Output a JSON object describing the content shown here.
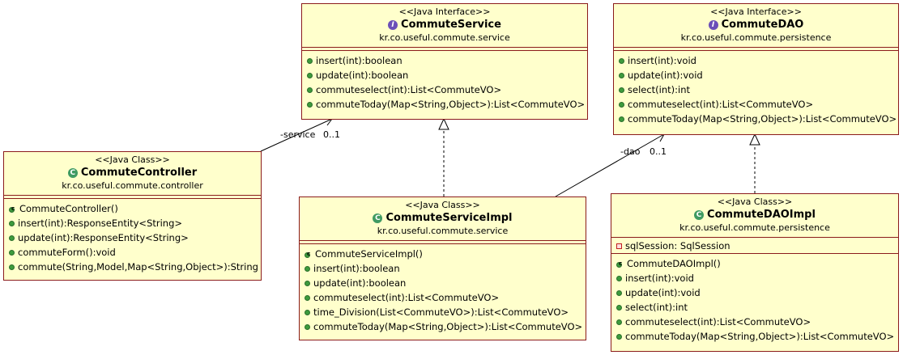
{
  "classes": {
    "commute_service": {
      "stereotype": "<<Java Interface>>",
      "name": "CommuteService",
      "package": "kr.co.useful.commute.service",
      "operations": [
        "insert(int):boolean",
        "update(int):boolean",
        "commuteselect(int):List<CommuteVO>",
        "commuteToday(Map<String,Object>):List<CommuteVO>"
      ]
    },
    "commute_dao": {
      "stereotype": "<<Java Interface>>",
      "name": "CommuteDAO",
      "package": "kr.co.useful.commute.persistence",
      "operations": [
        "insert(int):void",
        "update(int):void",
        "select(int):int",
        "commuteselect(int):List<CommuteVO>",
        "commuteToday(Map<String,Object>):List<CommuteVO>"
      ]
    },
    "commute_controller": {
      "stereotype": "<<Java Class>>",
      "name": "CommuteController",
      "package": "kr.co.useful.commute.controller",
      "constructor": "CommuteController()",
      "operations": [
        "insert(int):ResponseEntity<String>",
        "update(int):ResponseEntity<String>",
        "commuteForm():void",
        "commute(String,Model,Map<String,Object>):String"
      ]
    },
    "commute_service_impl": {
      "stereotype": "<<Java Class>>",
      "name": "CommuteServiceImpl",
      "package": "kr.co.useful.commute.service",
      "constructor": "CommuteServiceImpl()",
      "operations": [
        "insert(int):boolean",
        "update(int):boolean",
        "commuteselect(int):List<CommuteVO>",
        "time_Division(List<CommuteVO>):List<CommuteVO>",
        "commuteToday(Map<String,Object>):List<CommuteVO>"
      ]
    },
    "commute_dao_impl": {
      "stereotype": "<<Java Class>>",
      "name": "CommuteDAOImpl",
      "package": "kr.co.useful.commute.persistence",
      "field": "sqlSession: SqlSession",
      "constructor": "CommuteDAOImpl()",
      "operations": [
        "insert(int):void",
        "update(int):void",
        "select(int):int",
        "commuteselect(int):List<CommuteVO>",
        "commuteToday(Map<String,Object>):List<CommuteVO>"
      ]
    }
  },
  "associations": {
    "service_role": "-service",
    "service_mult": "0..1",
    "dao_role": "-dao",
    "dao_mult": "0..1"
  },
  "colors": {
    "box_fill": "#ffffcc",
    "box_border": "#8b1b1b",
    "interface_icon": "#6b4fb8",
    "class_icon": "#3f9a62",
    "method_dot": "#3d9b3d"
  }
}
